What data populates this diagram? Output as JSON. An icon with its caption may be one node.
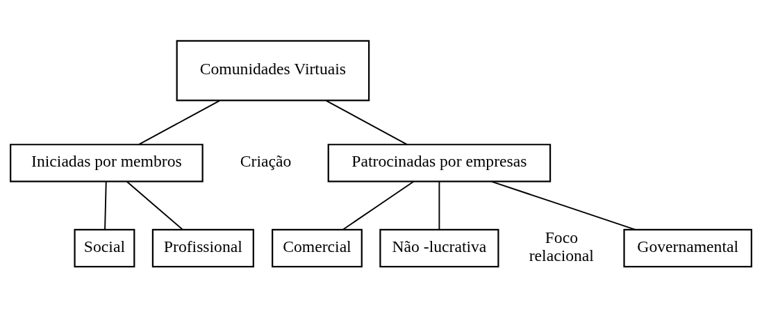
{
  "diagram": {
    "nodes": [
      {
        "text": [
          "Comunidades Virtuais"
        ]
      },
      {
        "text": [
          "Iniciadas por membros"
        ]
      },
      {
        "text": [
          "Patrocinadas por empresas"
        ]
      },
      {
        "text": [
          "Social"
        ]
      },
      {
        "text": [
          "Profissional"
        ]
      },
      {
        "text": [
          "Comercial"
        ]
      },
      {
        "text": [
          "Não -lucrativa"
        ]
      },
      {
        "text": [
          "Governamental"
        ]
      }
    ],
    "edges": [
      {
        "from": 0,
        "to": 1,
        "arrow": "none"
      },
      {
        "from": 0,
        "to": 2,
        "arrow": "none"
      },
      {
        "from": 1,
        "to": 3,
        "arrow": "none"
      },
      {
        "from": 1,
        "to": 4,
        "arrow": "none"
      },
      {
        "from": 2,
        "to": 5,
        "arrow": "none"
      },
      {
        "from": 2,
        "to": 6,
        "arrow": "none"
      },
      {
        "from": 2,
        "to": 7,
        "arrow": "none"
      }
    ],
    "labels": [
      "Criação",
      "Foco relacional"
    ]
  }
}
